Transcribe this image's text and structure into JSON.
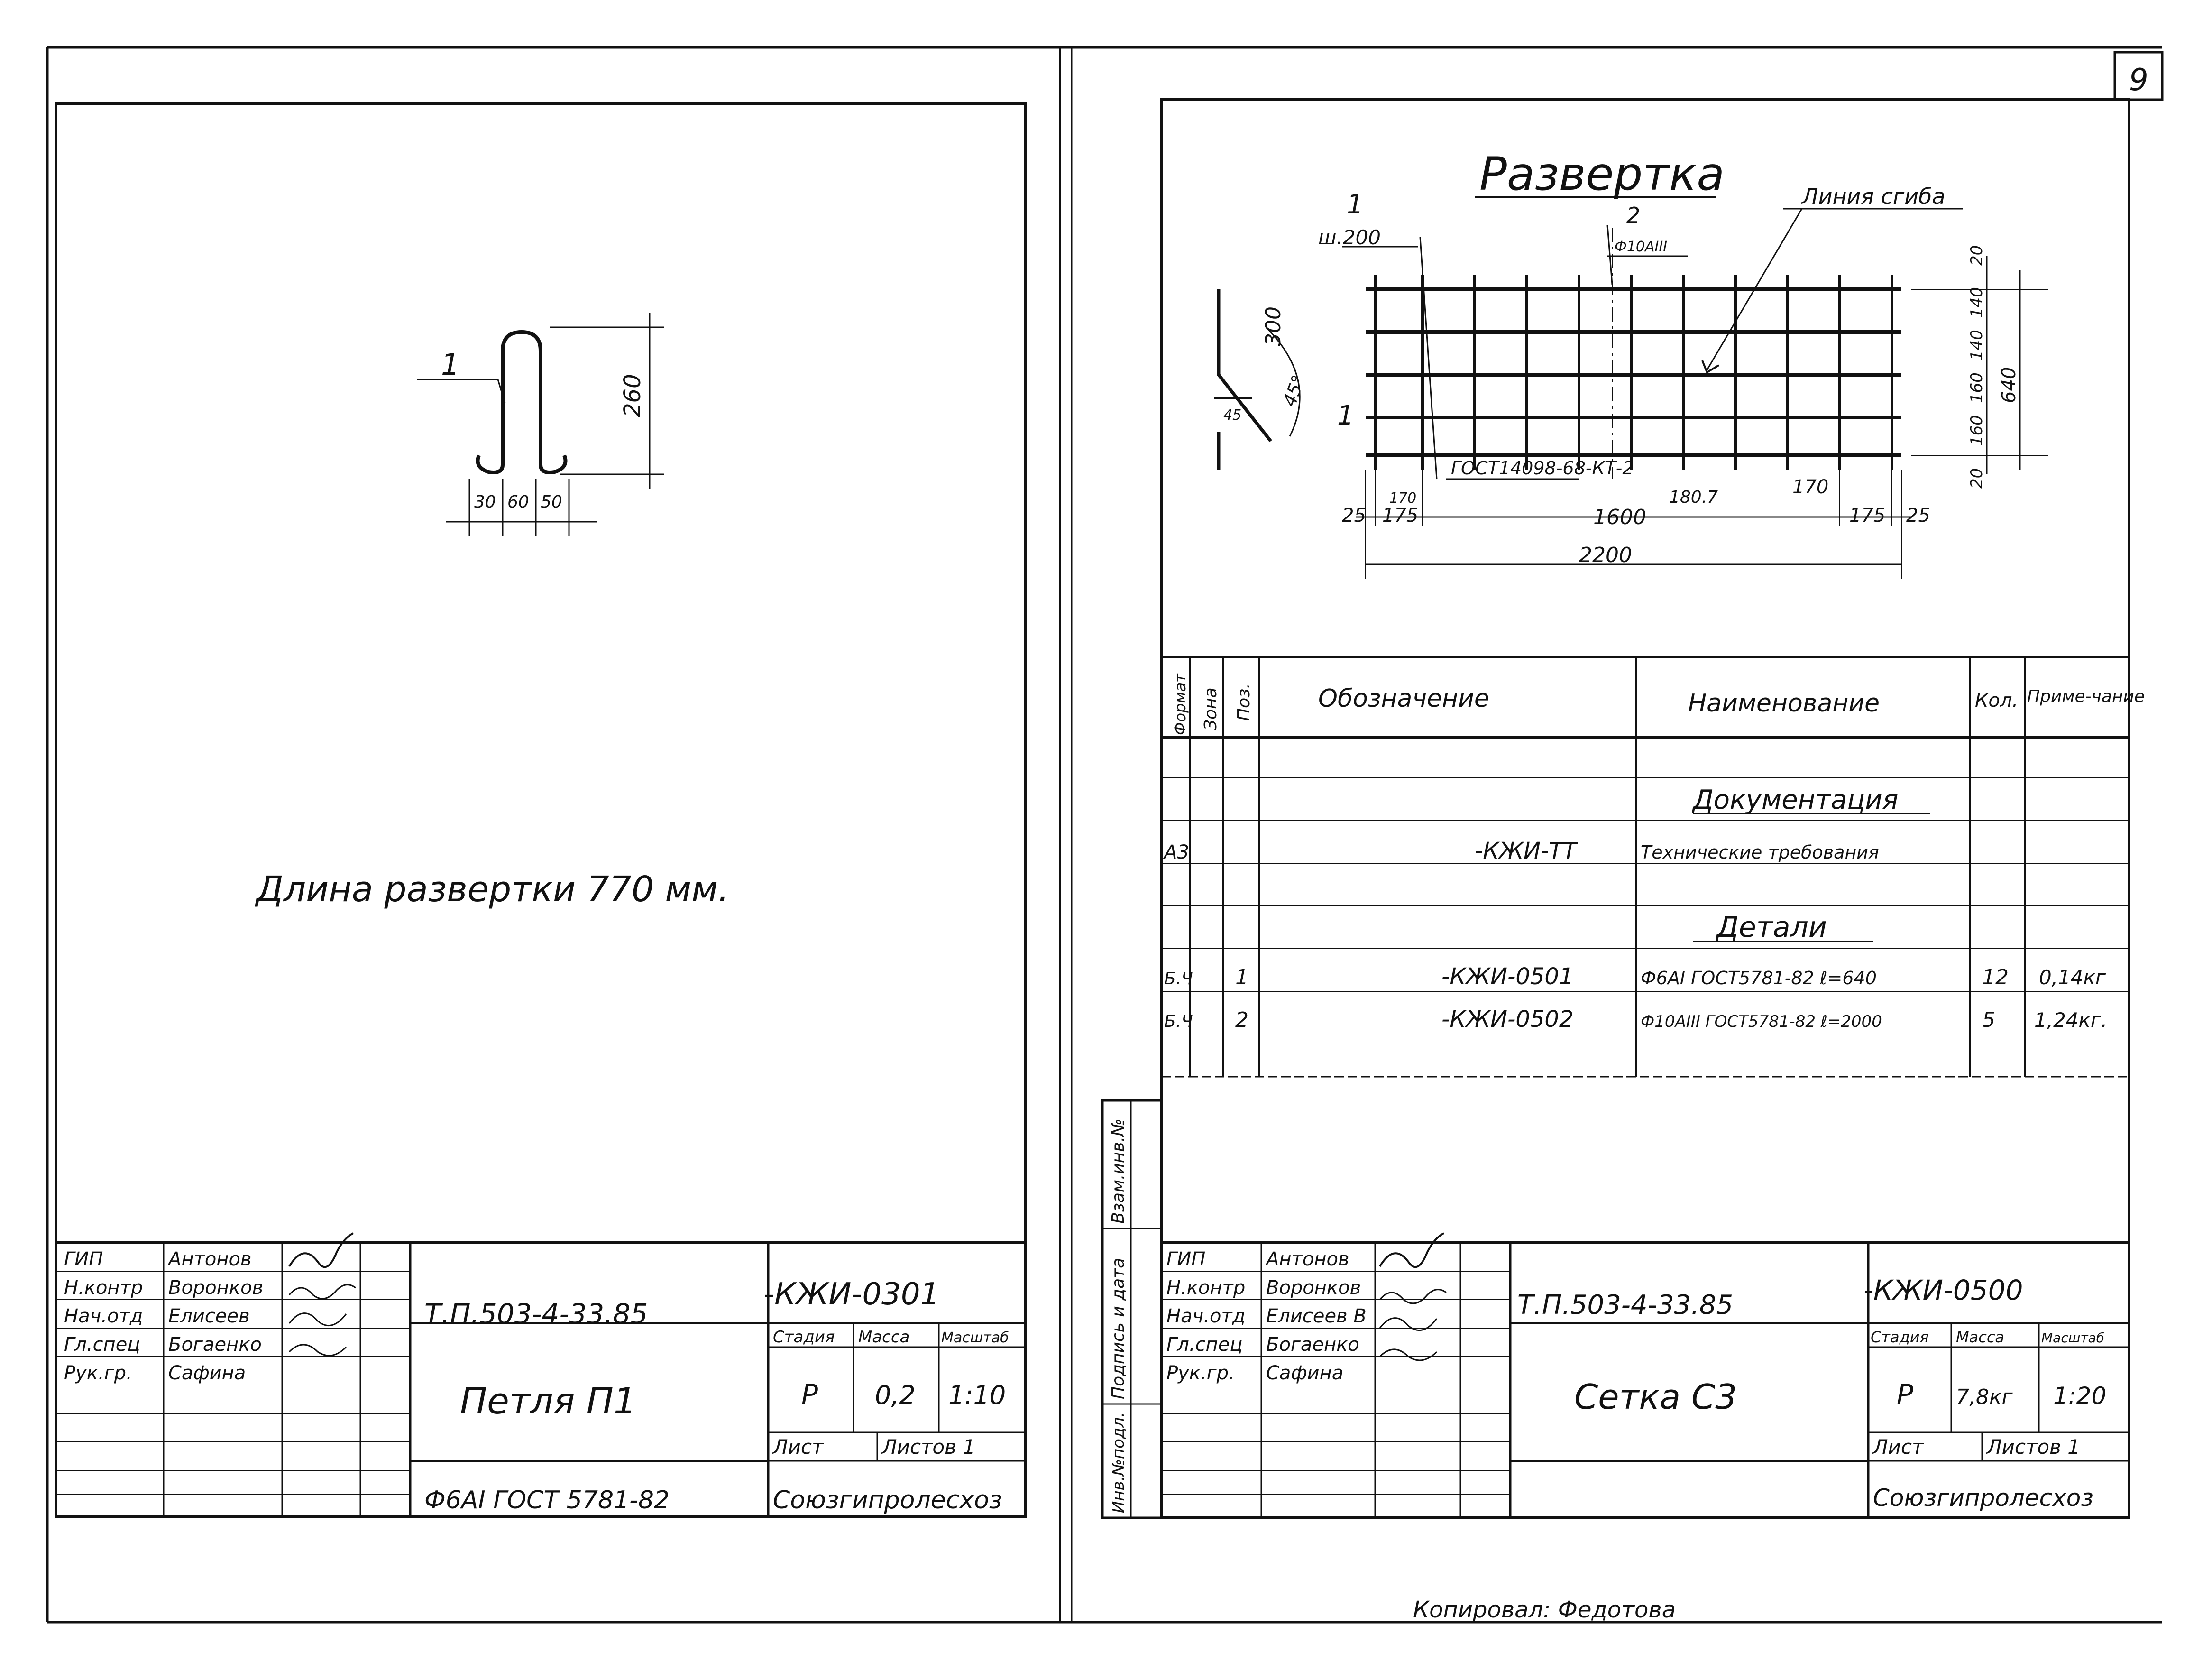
{
  "page_number": "9",
  "left_sheet": {
    "detail": {
      "position_label": "1",
      "dims": {
        "height": "260",
        "w1": "30",
        "w2": "60",
        "w3": "50"
      }
    },
    "note": "Длина развертки 770 мм.",
    "stamp": {
      "roles": [
        "ГИП",
        "Н.контр",
        "Нач.отд",
        "Гл.спец",
        "Рук.гр."
      ],
      "names": [
        "Антонов",
        "Воронков",
        "Елисеев",
        "Богаенко",
        "Сафина"
      ],
      "project": "Т.П.503-4-33.85",
      "code": "-КЖИ-0301",
      "title": "Петля П1",
      "col_stage": "Стадия",
      "col_mass": "Масса",
      "col_scale": "Масштаб",
      "stage": "Р",
      "mass": "0,2",
      "scale": "1:10",
      "sheet_label": "Лист",
      "sheets_label": "Листов 1",
      "material": "Ф6АI ГОСТ 5781-82",
      "org": "Союзгипролесхоз"
    }
  },
  "right_sheet": {
    "drawing": {
      "title": "Развертка",
      "callout1_pos": "1",
      "callout1_spec": "ш.200",
      "callout2_pos": "2",
      "callout2_spec": "Ф10АIII",
      "bend_line": "Линия сгиба",
      "left_pos": "1",
      "gost": "ГОСТ14098-68-КТ-2",
      "dims_bottom": {
        "d25a": "25",
        "d175a": "175",
        "d1600": "1600",
        "d175b": "175",
        "d25b": "25",
        "d2200": "2200"
      },
      "dims_right": {
        "d20a": "20",
        "d140a": "140",
        "d140b": "140",
        "d160a": "160",
        "d160b": "160",
        "d20b": "20",
        "d640": "640"
      },
      "dims_side": {
        "d300": "300",
        "d45": "45",
        "d45deg": "45°"
      },
      "pencil_notes": [
        "170",
        "180.7",
        "170"
      ]
    },
    "spec_table": {
      "headers": {
        "format": "Формат",
        "zone": "Зона",
        "pos": "Поз.",
        "designation": "Обозначение",
        "name": "Наименование",
        "qty": "Кол.",
        "note": "Приме-чание"
      },
      "section_docs": "Документация",
      "doc_row": {
        "format": "А3",
        "designation": "-КЖИ-ТТ",
        "name": "Технические требования"
      },
      "section_details": "Детали",
      "rows": [
        {
          "format": "Б.Ч",
          "pos": "1",
          "designation": "-КЖИ-0501",
          "name": "Ф6АI ГОСТ5781-82 ℓ=640",
          "qty": "12",
          "note": "0,14кг"
        },
        {
          "format": "Б.Ч",
          "pos": "2",
          "designation": "-КЖИ-0502",
          "name": "Ф10АIII ГОСТ5781-82 ℓ=2000",
          "qty": "5",
          "note": "1,24кг."
        }
      ]
    },
    "side_strip": [
      "Взам.инв.№",
      "Подпись и дата",
      "Инв.№подл."
    ],
    "stamp": {
      "roles": [
        "ГИП",
        "Н.контр",
        "Нач.отд",
        "Гл.спец",
        "Рук.гр."
      ],
      "names": [
        "Антонов",
        "Воронков",
        "Елисеев В",
        "Богаенко",
        "Сафина"
      ],
      "project": "Т.П.503-4-33.85",
      "code": "-КЖИ-0500",
      "title": "Сетка С3",
      "col_stage": "Стадия",
      "col_mass": "Масса",
      "col_scale": "Масштаб",
      "stage": "Р",
      "mass": "7,8кг",
      "scale": "1:20",
      "sheet_label": "Лист",
      "sheets_label": "Листов 1",
      "org": "Союзгипролесхоз"
    }
  },
  "copied_by": "Копировал: Федотова"
}
